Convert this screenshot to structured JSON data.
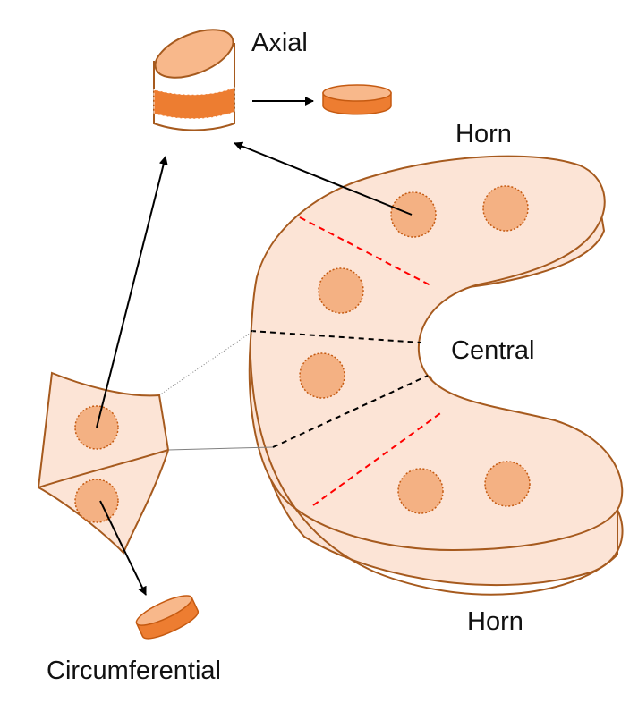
{
  "labels": {
    "axial": "Axial",
    "horn_top": "Horn",
    "central": "Central",
    "horn_bottom": "Horn",
    "circumferential": "Circumferential"
  },
  "colors": {
    "tissue_fill": "#fce4d6",
    "outline": "#a65a1e",
    "plug_fill": "#f4b183",
    "disc_side": "#ed7d31",
    "disc_top": "#f8b88b",
    "boundary_horn": "#ff0000",
    "boundary_central": "#000000",
    "arrow": "#000000"
  }
}
